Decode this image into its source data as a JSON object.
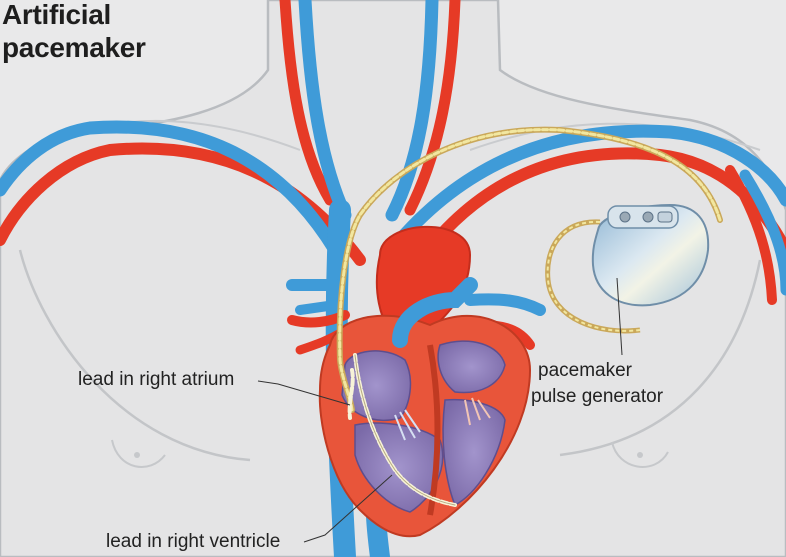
{
  "title": {
    "line1": "Artificial",
    "line2": "pacemaker"
  },
  "labels": {
    "lead_right_atrium": "lead in right atrium",
    "lead_right_ventricle": "lead in right ventricle",
    "generator_line1": "pacemaker",
    "generator_line2": "pulse generator"
  },
  "colors": {
    "background": "#e9e9ea",
    "body_outline": "#b9bcc0",
    "artery": "#e63a26",
    "vein": "#3f9bd8",
    "heart_muscle": "#e8553a",
    "heart_chamber": "#8b7bb5",
    "lead_wire": "#f2e7a0",
    "device_case": "#b9d3e6"
  }
}
